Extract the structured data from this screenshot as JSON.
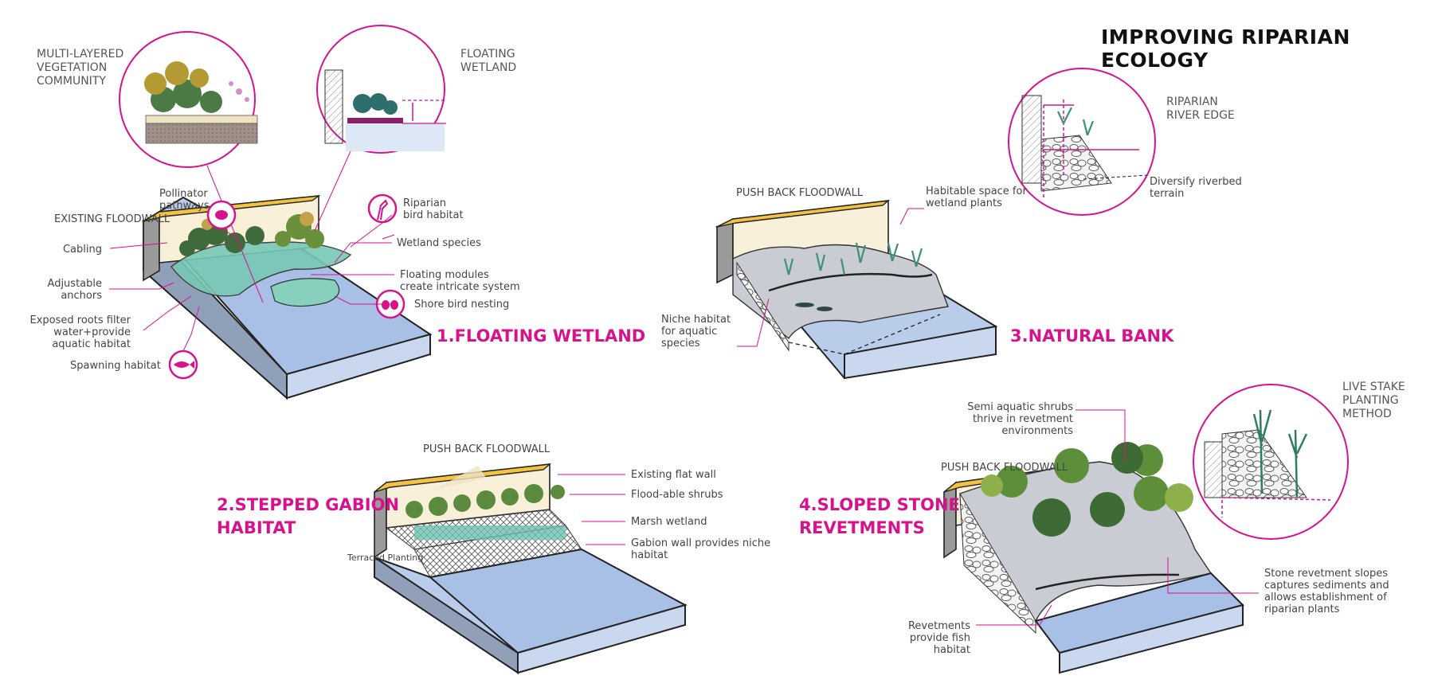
{
  "title": "IMPROVING RIPARIAN ECOLOGY",
  "colors": {
    "accent": "#d6138c",
    "wall_top": "#f2c240",
    "wall_face": "#f8f0d8",
    "water": "#a9c1e6",
    "stone": "#c9ccd3",
    "green": "#4e8a3e"
  },
  "sections": {
    "floating": {
      "heading": "1.FLOATING WETLAND",
      "callout_left": "MULTI-LAYERED\nVEGETATION\nCOMMUNITY",
      "callout_right": "FLOATING\nWETLAND",
      "labels": {
        "existing_floodwall": "EXISTING FLOODWALL",
        "pollinator": "Pollinator\npathways",
        "riparian_bird": "Riparian\nbird habitat",
        "wetland_species": "Wetland species",
        "cabling": "Cabling",
        "adjustable_anchors": "Adjustable\nanchors",
        "floating_modules": "Floating modules\ncreate intricate system",
        "shore_bird": "Shore bird nesting",
        "exposed_roots": "Exposed roots filter\nwater+provide\naquatic habitat",
        "spawning": "Spawning habitat"
      }
    },
    "gabion": {
      "heading": "2.STEPPED GABION\nHABITAT",
      "labels": {
        "push_back": "PUSH BACK FLOODWALL",
        "flat_wall": "Existing flat wall",
        "flood_shrubs": "Flood-able shrubs",
        "marsh": "Marsh wetland",
        "gabion_wall": "Gabion wall provides niche\nhabitat",
        "terraced": "Terraced Planting"
      }
    },
    "natural": {
      "heading": "3.NATURAL BANK",
      "callout": "RIPARIAN\nRIVER EDGE",
      "labels": {
        "push_back": "PUSH BACK FLOODWALL",
        "habitable": "Habitable space for\nwetland plants",
        "diversify": "Diversify riverbed\nterrain",
        "niche": "Niche habitat\nfor aquatic\nspecies"
      }
    },
    "sloped": {
      "heading": "4.SLOPED STONE\nREVETMENTS",
      "callout": "LIVE STAKE\nPLANTING\nMETHOD",
      "labels": {
        "semi_aquatic": "Semi aquatic shrubs\nthrive in revetment\nenvironments",
        "push_back": "PUSH BACK FLOODWALL",
        "stone_revetment": "Stone revetment slopes\ncaptures sediments and\nallows establishment of\nriparian plants",
        "revetments_fish": "Revetments\nprovide fish\nhabitat"
      }
    }
  }
}
